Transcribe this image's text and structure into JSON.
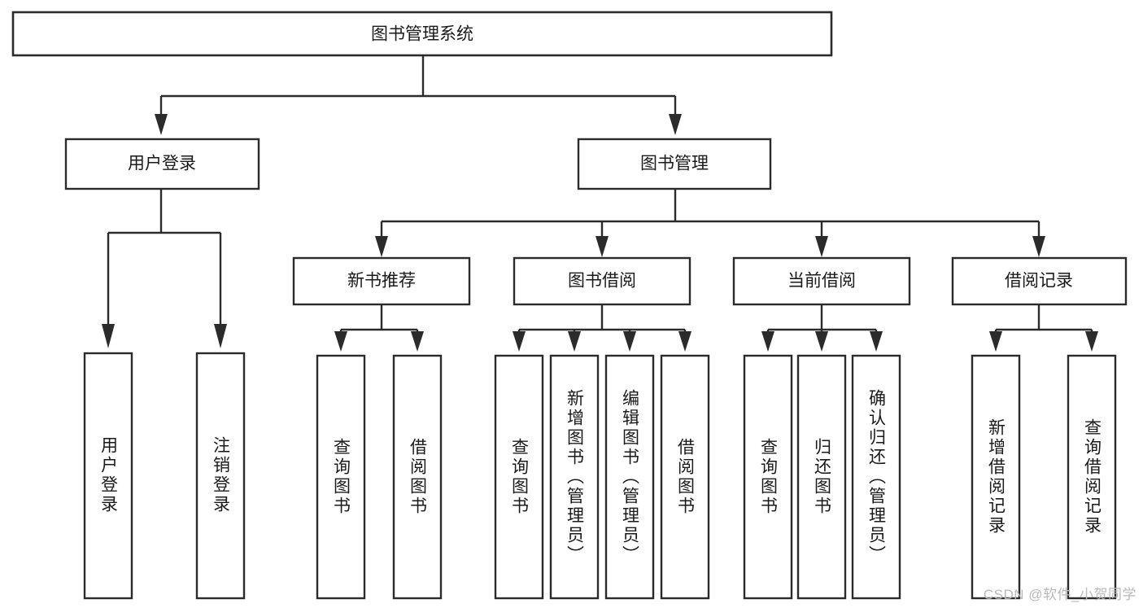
{
  "diagram": {
    "title_node": {
      "label": "图书管理系统"
    },
    "level2": [
      {
        "id": "user-login",
        "label": "用户登录"
      },
      {
        "id": "book-management",
        "label": "图书管理"
      }
    ],
    "level3": [
      {
        "id": "new-book-recommend",
        "label": "新书推荐"
      },
      {
        "id": "book-borrow",
        "label": "图书借阅"
      },
      {
        "id": "current-borrow",
        "label": "当前借阅"
      },
      {
        "id": "borrow-record",
        "label": "借阅记录"
      }
    ],
    "leaves": {
      "user_login": [
        {
          "id": "leaf-user-login",
          "label": "用户登录"
        },
        {
          "id": "leaf-logout-login",
          "label": "注销登录"
        }
      ],
      "new_book_recommend": [
        {
          "id": "leaf-query-book-1",
          "label": "查询图书"
        },
        {
          "id": "leaf-borrow-book-1",
          "label": "借阅图书"
        }
      ],
      "book_borrow": [
        {
          "id": "leaf-query-book-2",
          "label": "查询图书"
        },
        {
          "id": "leaf-add-book",
          "label": "新增图书（管理员）"
        },
        {
          "id": "leaf-edit-book",
          "label": "编辑图书（管理员）"
        },
        {
          "id": "leaf-borrow-book-2",
          "label": "借阅图书"
        }
      ],
      "current_borrow": [
        {
          "id": "leaf-query-book-3",
          "label": "查询图书"
        },
        {
          "id": "leaf-return-book",
          "label": "归还图书"
        },
        {
          "id": "leaf-confirm-return",
          "label": "确认归还（管理员）"
        }
      ],
      "borrow_record": [
        {
          "id": "leaf-add-borrow-record",
          "label": "新增借阅记录"
        },
        {
          "id": "leaf-query-borrow-record",
          "label": "查询借阅记录"
        }
      ]
    },
    "colors": {
      "stroke": "#2b2b2b",
      "fill": "#ffffff",
      "text": "#1a1a1a",
      "watermark": "#b9b9b9"
    }
  },
  "watermark": {
    "text": "CSDN @软件_小贺同学"
  }
}
